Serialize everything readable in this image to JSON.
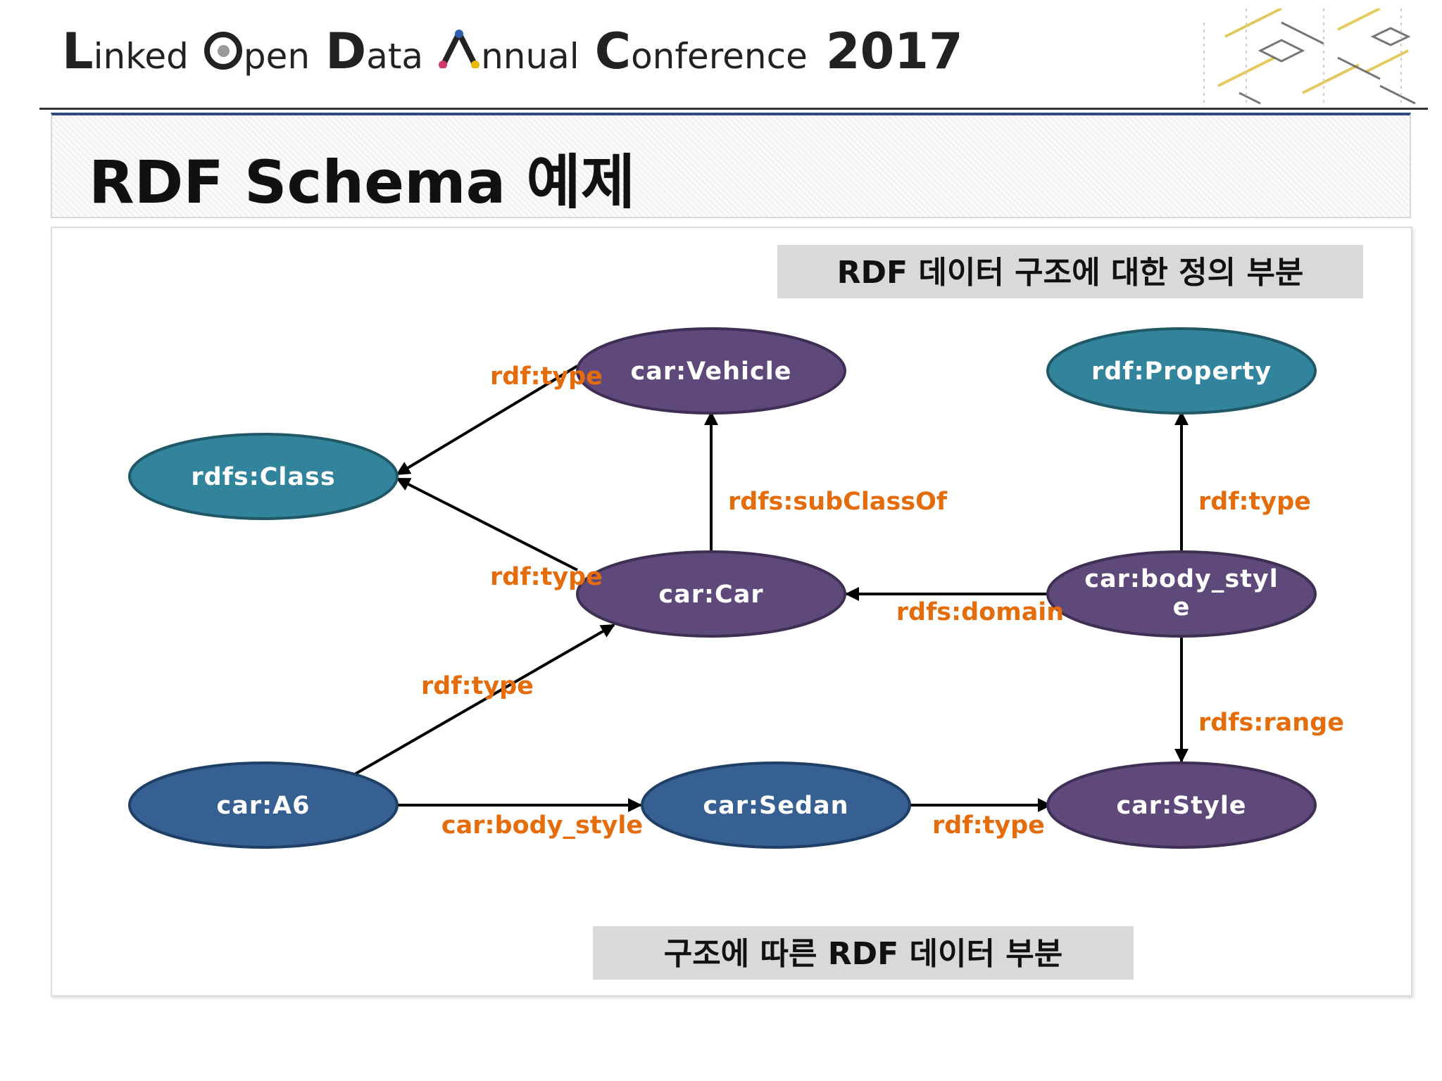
{
  "conference": {
    "w1_cap": "L",
    "w1_rest": "inked",
    "w2_rest": "pen",
    "w3_cap": "D",
    "w3_rest": "ata",
    "w4_rest": "nnual",
    "w5_cap": "C",
    "w5_rest": "onference",
    "year": "2017"
  },
  "slide": {
    "title": "RDF Schema 예제"
  },
  "captions": {
    "top": "RDF 데이터 구조에 대한 정의 부분",
    "bottom": "구조에 따른 RDF 데이터 부분"
  },
  "colors": {
    "teal": "#31849b",
    "purple": "#5f497a",
    "blue": "#366092",
    "edge_label": "#e46c0a",
    "caption_bg": "#d9d9d9"
  },
  "nodes": {
    "vehicle": "car:Vehicle",
    "property": "rdf:Property",
    "class": "rdfs:Class",
    "car": "car:Car",
    "body_style_l1": "car:body_styl",
    "body_style_l2": "e",
    "a6": "car:A6",
    "sedan": "car:Sedan",
    "style": "car:Style"
  },
  "edges": {
    "vehicle_type": "rdf:type",
    "car_type": "rdf:type",
    "a6_type": "rdf:type",
    "subclass": "rdfs:subClassOf",
    "property_type": "rdf:type",
    "domain": "rdfs:domain",
    "range": "rdfs:range",
    "body_style": "car:body_style",
    "sedan_type": "rdf:type"
  }
}
